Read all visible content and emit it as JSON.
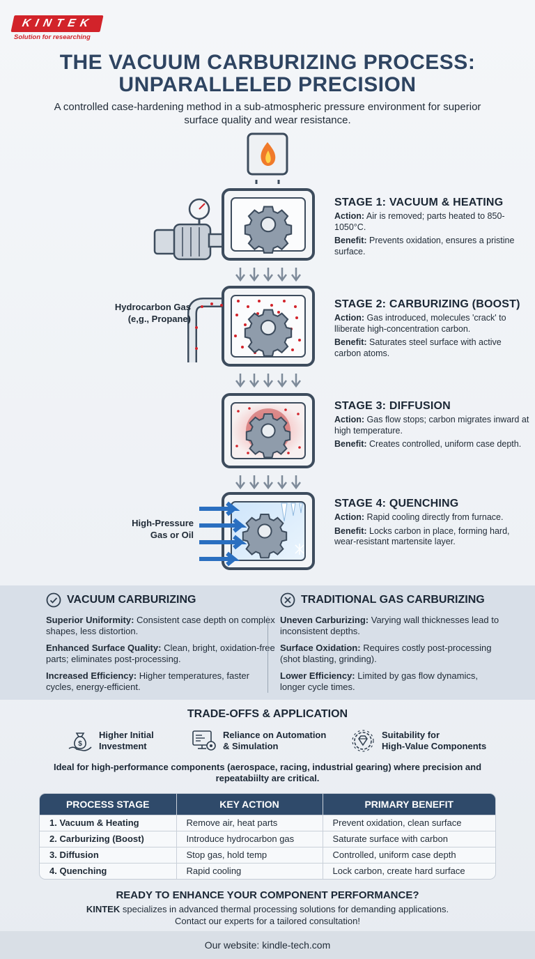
{
  "brand": {
    "logo_text": "KINTEK",
    "tagline": "Solution for researching",
    "red": "#d2232a"
  },
  "header": {
    "title_line1": "THE VACUUM CARBURIZING PROCESS:",
    "title_line2": "UNPARALLELED PRECISION",
    "subtitle": "A controlled case-hardening method in a sub-atmospheric pressure environment for superior surface quality and wear resistance."
  },
  "stages": [
    {
      "title": "STAGE 1: VACUUM & HEATING",
      "action_label": "Action:",
      "action": "Air is removed; parts heated to 850-1050°C.",
      "benefit_label": "Benefit:",
      "benefit": "Prevents oxidation, ensures a pristine surface."
    },
    {
      "title": "STAGE 2: CARBURIZING (BOOST)",
      "action_label": "Action:",
      "action": "Gas introduced, molecules 'crack' to lliberate high-concentration carbon.",
      "benefit_label": "Benefit:",
      "benefit": "Saturates steel surface with active carbon atoms."
    },
    {
      "title": "STAGE 3: DIFFUSION",
      "action_label": "Action:",
      "action": "Gas flow stops; carbon migrates inward at high temperature.",
      "benefit_label": "Benefit:",
      "benefit": "Creates controlled, uniform case depth."
    },
    {
      "title": "STAGE 4: QUENCHING",
      "action_label": "Action:",
      "action": "Rapid cooling directly from furnace.",
      "benefit_label": "Benefit:",
      "benefit": "Locks carbon in place, forming hard, wear-resistant martensite layer."
    }
  ],
  "diagram_labels": {
    "gas_line1": "Hydrocarbon Gas",
    "gas_line2": "(e,g., Propane)",
    "quench_line1": "High-Pressure",
    "quench_line2": "Gas or Oil"
  },
  "comparison": {
    "vacuum": {
      "title": "VACUUM CARBURIZING",
      "items": [
        {
          "label": "Superior Uniformity:",
          "text": "Consistent case depth on complex shapes, less distortion."
        },
        {
          "label": "Enhanced Surface Quality:",
          "text": "Clean, bright, oxidation-free parts; eliminates post-processing."
        },
        {
          "label": "Increased Efficiency:",
          "text": "Higher temperatures, faster cycles, energy-efficient."
        }
      ]
    },
    "traditional": {
      "title": "TRADITIONAL GAS CARBURIZING",
      "items": [
        {
          "label": "Uneven Carburizing:",
          "text": "Varying wall thicknesses lead to inconsistent depths."
        },
        {
          "label": "Surface Oxidation:",
          "text": "Requires costly post-processing (shot blasting, grinding)."
        },
        {
          "label": "Lower Efficiency:",
          "text": "Limited by gas flow dynamics, longer cycle times."
        }
      ]
    }
  },
  "tradeoffs": {
    "title": "TRADE-OFFS & APPLICATION",
    "items": [
      {
        "line1": "Higher Initial",
        "line2": "Investment",
        "icon": "money-bag-icon"
      },
      {
        "line1": "Reliance on Automation",
        "line2": "& Simulation",
        "icon": "monitor-automation-icon"
      },
      {
        "line1": "Suitability for",
        "line2": "High-Value Components",
        "icon": "gear-gem-icon"
      }
    ],
    "ideal": "Ideal for high-performance components (aerospace, racing, industrial gearing) where precision and repeatabiilty are critical."
  },
  "table": {
    "headers": [
      "PROCESS STAGE",
      "KEY ACTION",
      "PRIMARY BENEFIT"
    ],
    "rows": [
      [
        "1. Vacuum & Heating",
        "Remove air, heat parts",
        "Prevent oxidation, clean surface"
      ],
      [
        "2. Carburizing (Boost)",
        "Introduce hydrocarbon gas",
        "Saturate surface with carbon"
      ],
      [
        "3. Diffusion",
        "Stop gas, hold temp",
        "Controlled, uniform case depth"
      ],
      [
        "4. Quenching",
        "Rapid cooling",
        "Lock carbon, create hard surface"
      ]
    ]
  },
  "cta": {
    "title": "READY TO ENHANCE YOUR COMPONENT PERFORMANCE?",
    "brand": "KINTEK",
    "line1": "specializes in advanced thermal processing solutions for demanding applications.",
    "line2": "Contact our experts for a tailored consultation!"
  },
  "footer": {
    "text": "Our website: kindle-tech.com"
  }
}
